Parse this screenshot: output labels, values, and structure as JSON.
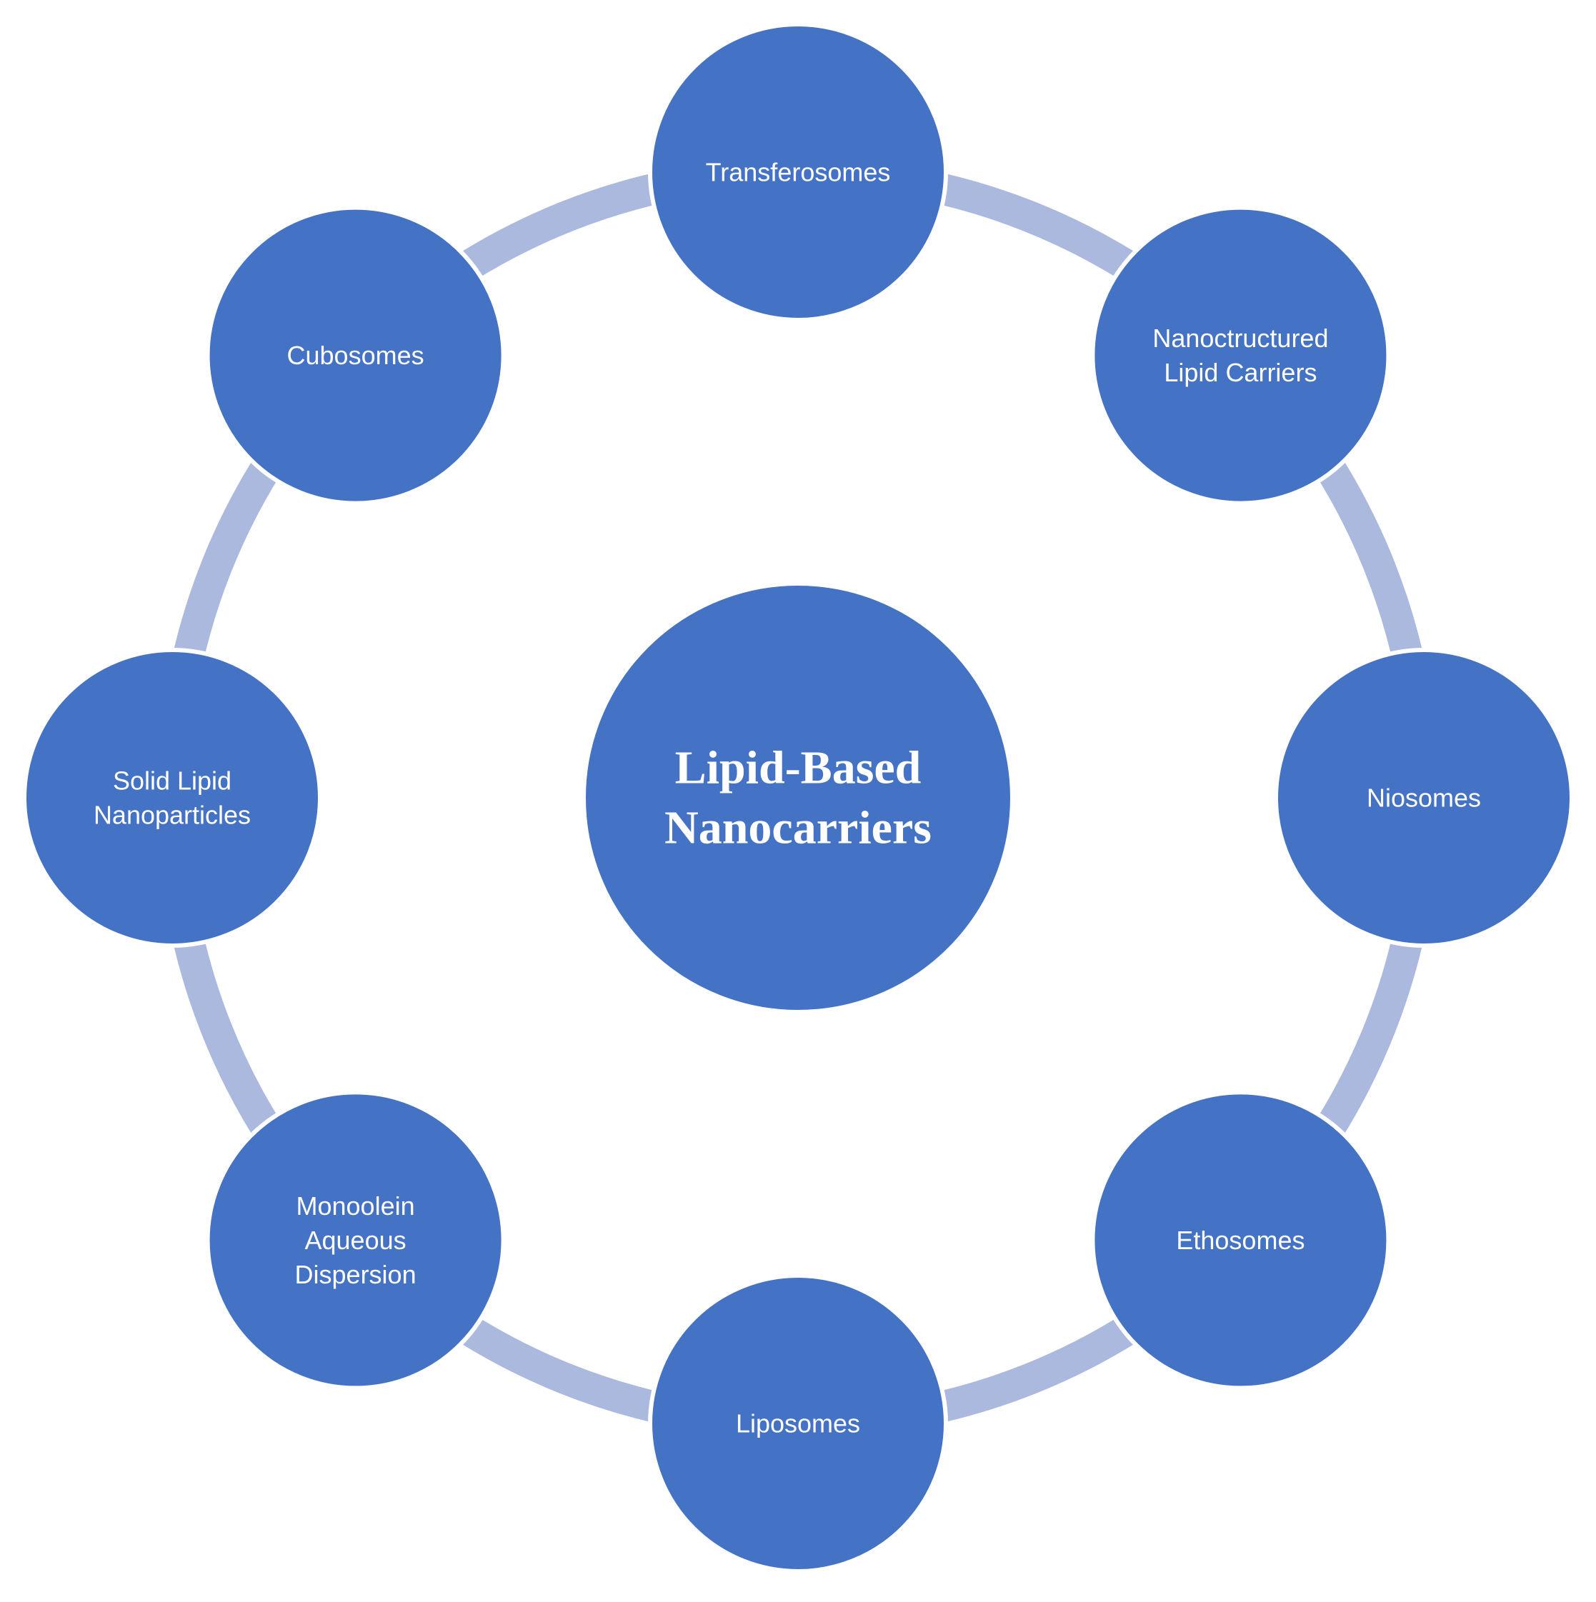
{
  "colors": {
    "node_fill": "#4472C4",
    "node_stroke": "#ffffff",
    "ring": "#AAB9DD",
    "text": "#ffffff",
    "background": "#ffffff"
  },
  "center": {
    "lines": [
      "Lipid-Based",
      "Nanocarriers"
    ]
  },
  "nodes": [
    {
      "id": "transferosomes",
      "lines": [
        "Transferosomes"
      ]
    },
    {
      "id": "nanostructured-lipid-carriers",
      "lines": [
        "Nanoctructured",
        "Lipid Carriers"
      ]
    },
    {
      "id": "niosomes",
      "lines": [
        "Niosomes"
      ]
    },
    {
      "id": "ethosomes",
      "lines": [
        "Ethosomes"
      ]
    },
    {
      "id": "liposomes",
      "lines": [
        "Liposomes"
      ]
    },
    {
      "id": "monoolein-aqueous-dispersion",
      "lines": [
        "Monoolein",
        "Aqueous",
        "Dispersion"
      ]
    },
    {
      "id": "solid-lipid-nanoparticles",
      "lines": [
        "Solid Lipid",
        "Nanoparticles"
      ]
    },
    {
      "id": "cubosomes",
      "lines": [
        "Cubosomes"
      ]
    }
  ]
}
